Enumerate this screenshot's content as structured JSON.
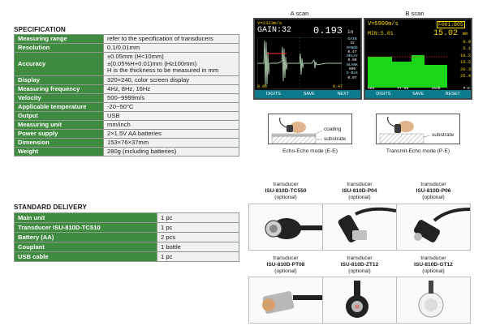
{
  "specification": {
    "title": "SPECIFICATION",
    "rows": [
      {
        "label": "Measuring range",
        "lines": [
          "refer to the specification of transducers"
        ]
      },
      {
        "label": "Resolution",
        "lines": [
          "0.1/0.01mm"
        ]
      },
      {
        "label": "Accuracy",
        "lines": [
          "±0.05mm (H<10mm)",
          "±(0.05%H+0.01)mm (H≥100mm)",
          "H is the thickness to be measured in mm"
        ]
      },
      {
        "label": "Display",
        "lines": [
          "320×240, color screen display"
        ]
      },
      {
        "label": "Measuring frequency",
        "lines": [
          "4Hz, 8Hz, 16Hz"
        ]
      },
      {
        "label": "Velocity",
        "lines": [
          "500~9999m/s"
        ]
      },
      {
        "label": "Applicable temperature",
        "lines": [
          "-20~50°C"
        ]
      },
      {
        "label": "Output",
        "lines": [
          "USB"
        ]
      },
      {
        "label": "Measuring unit",
        "lines": [
          "mm/inch"
        ]
      },
      {
        "label": "Power supply",
        "lines": [
          "2×1.5V AA batteries"
        ]
      },
      {
        "label": "Dimension",
        "lines": [
          "153×76×37mm"
        ]
      },
      {
        "label": "Weight",
        "lines": [
          "280g (including batteries)"
        ]
      }
    ]
  },
  "delivery": {
    "title": "STANDARD DELIVERY",
    "rows": [
      {
        "label": "Main unit",
        "value": "1 pc"
      },
      {
        "label": "Transducer ISU-810D-TC510",
        "value": "1 pc"
      },
      {
        "label": "Battery (AA)",
        "value": "2 pcs"
      },
      {
        "label": "Couplant",
        "value": "1 bottle"
      },
      {
        "label": "USB cable",
        "value": "1 pc"
      }
    ]
  },
  "a_scan": {
    "title": "A scan",
    "velocity": "V=2323m/s",
    "gain": "GAIN:32",
    "reading": "0.193",
    "unit": "in",
    "side": [
      "GAIN",
      "32",
      "RANGE",
      "0.47",
      "DELAY",
      "0.00",
      "BLANK",
      "600",
      "E-BLK",
      "0.07"
    ],
    "axis_min": "0.00",
    "axis_max": "0.47",
    "softkeys": [
      "DIGITS",
      "SAVE",
      "NEXT"
    ]
  },
  "b_scan": {
    "title": "B scan",
    "velocity": "V=5900m/s",
    "file": "F001:B05",
    "min": "MIN:5.01",
    "reading": "15.02",
    "unit": "mm",
    "scale": [
      "0.0",
      "5.1",
      "10.2",
      "15.2",
      "20.3",
      "25.4"
    ],
    "status": [
      "58%",
      "PT-08",
      "26dB",
      "P-E"
    ],
    "softkeys": [
      "DIGITS",
      "SAVE",
      "RESET"
    ]
  },
  "modes": {
    "echo_echo": {
      "caption": "Echo-Echo mode (E-E)",
      "label_top": "coating",
      "label_bottom": "substrate"
    },
    "transmit_echo": {
      "caption": "Transmit-Echo mode (P-E)",
      "label": "substrate"
    }
  },
  "transducers": [
    {
      "prefix": "transducer",
      "model": "ISU-810D-TC550",
      "note": "(optional)"
    },
    {
      "prefix": "transducer",
      "model": "ISU-810D-P04",
      "note": "(optional)"
    },
    {
      "prefix": "transducer",
      "model": "ISU-810D-P06",
      "note": "(optional)"
    },
    {
      "prefix": "transducer",
      "model": "ISU-810D-PT08",
      "note": "(optional)"
    },
    {
      "prefix": "transducer",
      "model": "ISU-810D-ZT12",
      "note": "(optional)"
    },
    {
      "prefix": "transducer",
      "model": "ISU-810D-GT12",
      "note": "(optional)"
    }
  ],
  "colors": {
    "table_header": "#3f8b3f",
    "screen_bg": "#000000",
    "softkey_bar": "#0a7a8c",
    "b_scan_green": "#19d619"
  }
}
